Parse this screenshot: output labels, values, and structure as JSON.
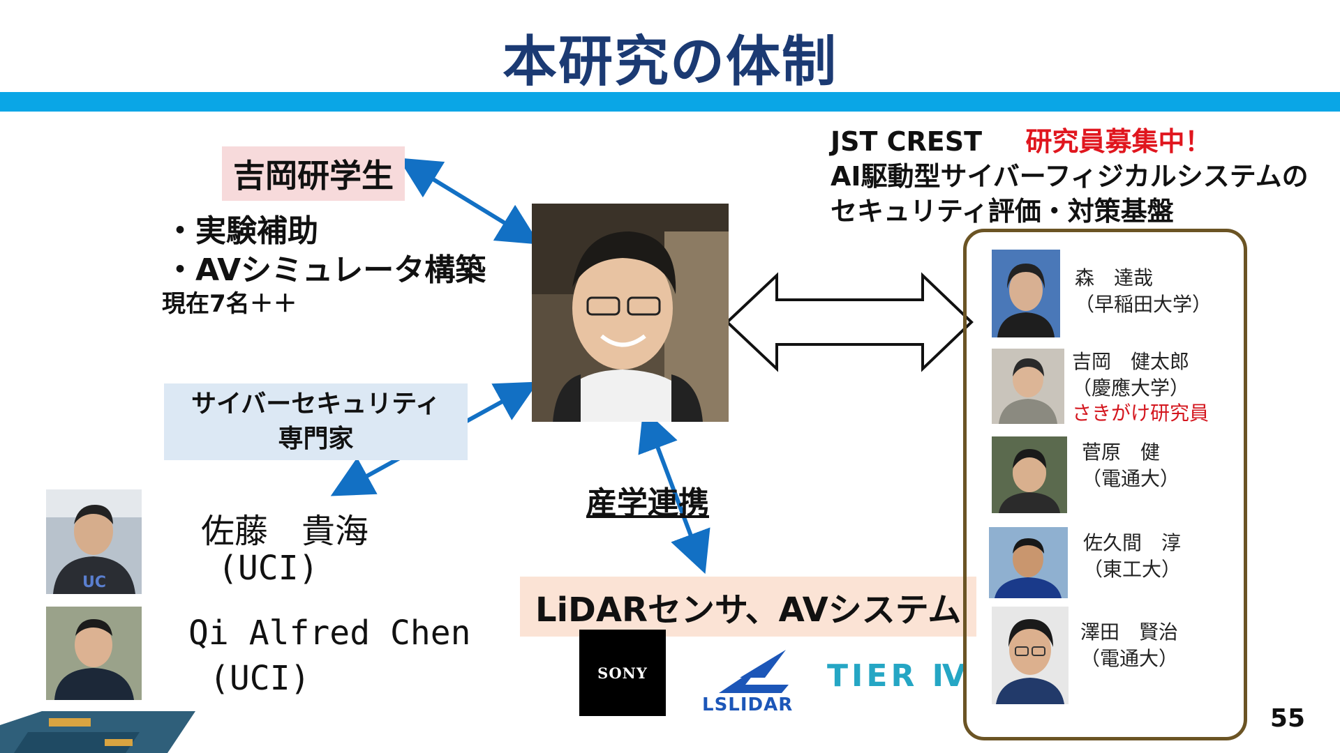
{
  "title": "本研究の体制",
  "students": {
    "label": "吉岡研学生",
    "bullets": [
      "・実験補助",
      "・AVシミュレータ構築"
    ],
    "count": "現在7名＋＋"
  },
  "cyber_experts": {
    "label_line1": "サイバーセキュリティ",
    "label_line2": "専門家",
    "people": [
      {
        "name": "佐藤　貴海",
        "affil": "(UCI)"
      },
      {
        "name": "Qi Alfred Chen",
        "affil": "(UCI)"
      }
    ]
  },
  "industry": {
    "label": "産学連携",
    "box": "LiDARセンサ、AVシステム",
    "logos": {
      "sony": "SONY",
      "lslidar": "LSLIDAR",
      "tier4": "TIER Ⅳ"
    }
  },
  "crest": {
    "line1_prefix": "JST CREST",
    "line1_highlight": "研究員募集中！",
    "line2": "AI駆動型サイバーフィジカルシステムの",
    "line3": "セキュリティ評価・対策基盤"
  },
  "team": [
    {
      "name": "森　達哉",
      "affil": "（早稲田大学）"
    },
    {
      "name": "吉岡　健太郎",
      "affil": "（慶應大学）",
      "note": "さきがけ研究員"
    },
    {
      "name": "菅原　健",
      "affil": "（電通大）"
    },
    {
      "name": "佐久間　淳",
      "affil": "（東工大）"
    },
    {
      "name": "澤田　賢治",
      "affil": "（電通大）"
    }
  ],
  "page_number": "55",
  "colors": {
    "title": "#1b3a73",
    "bar": "#0aa6e6",
    "arrow": "#1270c4",
    "highlight": "#e0161e",
    "team_border": "#6b5424"
  }
}
